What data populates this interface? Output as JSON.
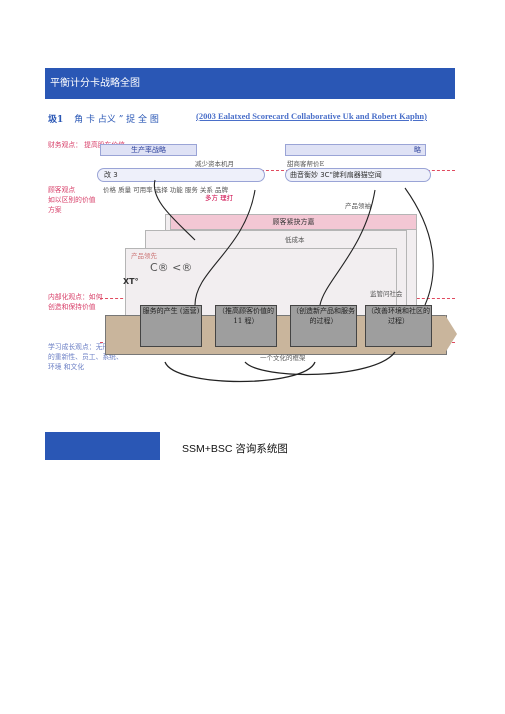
{
  "banner": {
    "title": "平衡计分卡战略全图"
  },
  "figure": {
    "title_prefix": "圾1",
    "title_rest": "角 卡 占义 ” 捉 全 图",
    "source": "(2003 Ealatxed Scorecard Collaborative Uk and Robert Kaphn)",
    "perspectives": {
      "finance": "财务观点：",
      "finance_desc": "提高股东价值",
      "customer": "顾客观点",
      "customer_desc": "如以区别的价值方案",
      "internal": "内部化观点：如何创造和保持价值",
      "learning": "学习成长观点：无形资产的重新性、员工、系统、环境 和文化"
    },
    "finance_row": {
      "left_box": "生产率战略",
      "right_box": "略",
      "left_sub": "减少资本机月",
      "right_sub": "甜商客帮价E",
      "left_ellipse": "改 3",
      "right_ellipse": "曲音衡妙 3C\"脾利扇器猫空闻"
    },
    "customer_row": {
      "labels": "价格 质量 可用率 选择 功能 服务 关系 品牌",
      "mid_label": "多方 理打",
      "right_label": "产品领袖",
      "plan": "顾客紧抉方嘉",
      "low_cost": "低成本",
      "product": "产品领先",
      "marks": "C® <®"
    },
    "internal_row": {
      "xt": "XT°",
      "stage1": "服务的产生 (运营)",
      "stage2": "（推高顾客价值的 11 程）",
      "stage3": "（创造新产品和服务的过程）",
      "stage4": "（改善环境和社区的过程）",
      "right_note": "监管问社会",
      "bottom_note": "一个文化的框架"
    }
  },
  "bottom": {
    "caption": "SSM+BSC 咨询系统图"
  }
}
